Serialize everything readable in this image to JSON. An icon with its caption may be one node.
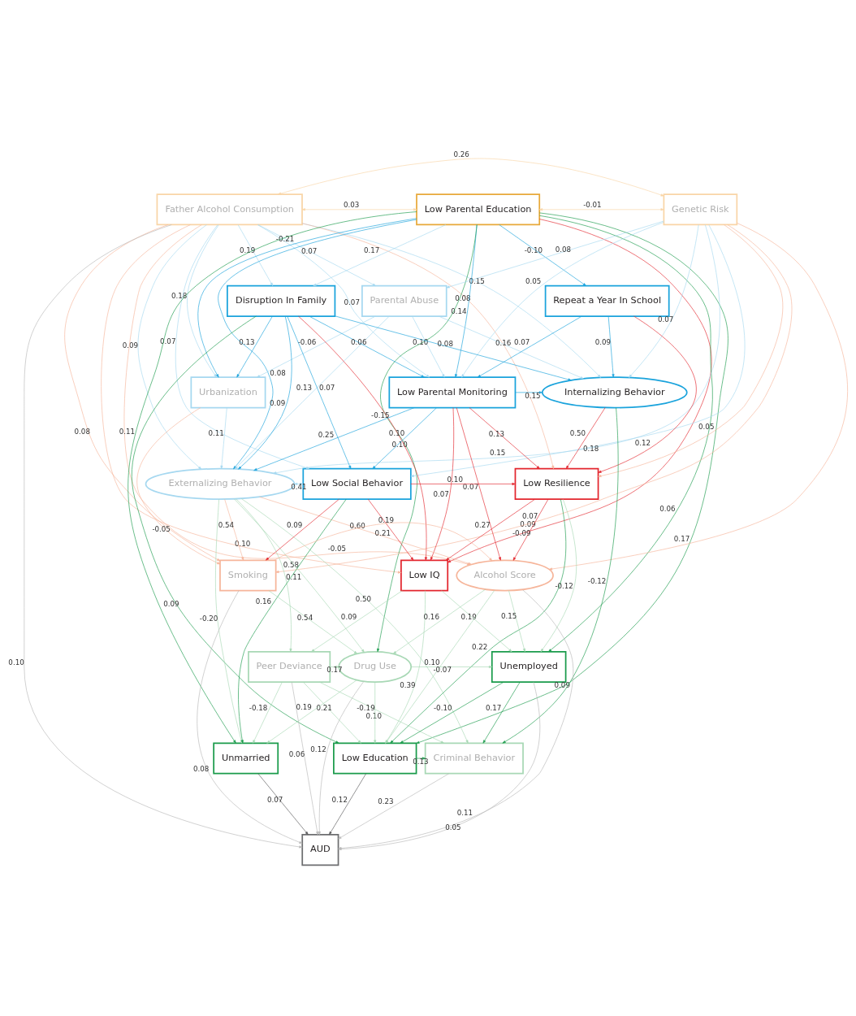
{
  "diagram": {
    "nodes": [
      {
        "text": [
          "Father Alcohol Consumption"
        ]
      },
      {
        "text": [
          "Low Parental Education"
        ]
      },
      {
        "text": [
          "Genetic Risk"
        ]
      },
      {
        "text": [
          "Parental Abuse"
        ]
      },
      {
        "text": [
          "Disruption In Family"
        ]
      },
      {
        "text": [
          "Repeat a Year In School"
        ]
      },
      {
        "text": [
          "Low Parental Monitoring"
        ]
      },
      {
        "text": [
          "Urbanization"
        ]
      },
      {
        "text": [
          "Internalizing Behavior"
        ]
      },
      {
        "text": [
          "Externalizing Behavior"
        ]
      },
      {
        "text": [
          "Low Social Behavior"
        ]
      },
      {
        "text": [
          "Low Resilience"
        ]
      },
      {
        "text": [
          "Low IQ"
        ]
      },
      {
        "text": [
          "Smoking"
        ]
      },
      {
        "text": [
          "Alcohol Score"
        ]
      },
      {
        "text": [
          "Peer Deviance"
        ]
      },
      {
        "text": [
          "Drug Use"
        ]
      },
      {
        "text": [
          "Unemployed"
        ]
      },
      {
        "text": [
          "Unmarried"
        ]
      },
      {
        "text": [
          "Low Education"
        ]
      },
      {
        "text": [
          "Criminal Behavior"
        ]
      },
      {
        "text": [
          "AUD"
        ]
      }
    ],
    "edges": [
      {
        "from": 0,
        "to": 2,
        "arrow": "both",
        "label": "0.26",
        "color": "#f9d5a7"
      },
      {
        "from": 0,
        "to": 1,
        "arrow": "both",
        "label": "0.03",
        "color": "#f9d5a7"
      },
      {
        "from": 1,
        "to": 2,
        "arrow": "both",
        "label": "-0.01",
        "color": "#f9d5a7"
      },
      {
        "from": 0,
        "to": 3,
        "arrow": "to",
        "label": "0.07",
        "color": "#a6d8f0"
      },
      {
        "from": 2,
        "to": 3,
        "arrow": "to",
        "label": "0.08",
        "color": "#a6d8f0"
      },
      {
        "from": 0,
        "to": 4,
        "arrow": "to",
        "label": "0.19",
        "color": "#a6d8f0"
      },
      {
        "from": 1,
        "to": 4,
        "arrow": "to",
        "label": "0.17",
        "color": "#a6d8f0"
      },
      {
        "from": 1,
        "to": 5,
        "arrow": "to",
        "label": "-0.10",
        "color": "#1aa3dc"
      },
      {
        "from": 3,
        "to": 6,
        "arrow": "to",
        "label": "0.10",
        "color": "#a6d8f0"
      },
      {
        "from": 4,
        "to": 6,
        "arrow": "to",
        "label": "0.06",
        "color": "#1aa3dc"
      },
      {
        "from": 5,
        "to": 6,
        "arrow": "to",
        "label": "0.07",
        "color": "#1aa3dc"
      },
      {
        "from": 2,
        "to": 6,
        "arrow": "to",
        "label": "0.05",
        "color": "#a6d8f0"
      },
      {
        "from": 0,
        "to": 6,
        "arrow": "to",
        "label": "0.07",
        "color": "#a6d8f0"
      },
      {
        "from": 1,
        "to": 6,
        "arrow": "to",
        "label": "0.14",
        "color": "#1aa3dc"
      },
      {
        "from": 0,
        "to": 7,
        "arrow": "to",
        "label": "0.18",
        "color": "#a6d8f0"
      },
      {
        "from": 3,
        "to": 7,
        "arrow": "to",
        "label": "-0.06",
        "color": "#a6d8f0"
      },
      {
        "from": 4,
        "to": 7,
        "arrow": "to",
        "label": "0.13",
        "color": "#1aa3dc"
      },
      {
        "from": 1,
        "to": 7,
        "arrow": "to",
        "label": "-0.21",
        "color": "#1aa3dc"
      },
      {
        "from": 3,
        "to": 8,
        "arrow": "to",
        "label": "0.16",
        "color": "#a6d8f0"
      },
      {
        "from": 4,
        "to": 8,
        "arrow": "to",
        "label": "0.08",
        "color": "#1aa3dc"
      },
      {
        "from": 5,
        "to": 8,
        "arrow": "to",
        "label": "0.09",
        "color": "#1aa3dc"
      },
      {
        "from": 0,
        "to": 8,
        "arrow": "to",
        "label": "0.15",
        "color": "#a6d8f0"
      },
      {
        "from": 2,
        "to": 8,
        "arrow": "to",
        "label": "0.07",
        "color": "#a6d8f0"
      },
      {
        "from": 6,
        "to": 8,
        "arrow": "to",
        "label": "0.15",
        "color": "#1aa3dc"
      },
      {
        "from": 3,
        "to": 9,
        "arrow": "to",
        "label": "0.13",
        "color": "#a6d8f0"
      },
      {
        "from": 6,
        "to": 9,
        "arrow": "to",
        "label": "0.25",
        "color": "#1aa3dc"
      },
      {
        "from": 7,
        "to": 9,
        "arrow": "to",
        "label": "0.11",
        "color": "#a6d8f0"
      },
      {
        "from": 4,
        "to": 9,
        "arrow": "to",
        "label": "0.09",
        "color": "#1aa3dc"
      },
      {
        "from": 1,
        "to": 9,
        "arrow": "to",
        "label": "0.08",
        "color": "#1aa3dc"
      },
      {
        "from": 0,
        "to": 9,
        "arrow": "to",
        "label": "0.09",
        "color": "#a6d8f0"
      },
      {
        "from": 2,
        "to": 9,
        "arrow": "to",
        "label": "0.15",
        "color": "#a6d8f0"
      },
      {
        "from": 9,
        "to": 10,
        "arrow": "both",
        "label": "0.41",
        "color": "#a6d8f0"
      },
      {
        "from": 0,
        "to": 10,
        "arrow": "to",
        "label": "0.07",
        "color": "#a6d8f0"
      },
      {
        "from": 6,
        "to": 10,
        "arrow": "to",
        "label": "0.10",
        "color": "#1aa3dc"
      },
      {
        "from": 4,
        "to": 10,
        "arrow": "to",
        "label": "0.07",
        "color": "#1aa3dc"
      },
      {
        "from": 2,
        "to": 10,
        "arrow": "to",
        "label": "0.18",
        "color": "#a6d8f0"
      },
      {
        "from": 6,
        "to": 11,
        "arrow": "to",
        "label": "0.13",
        "color": "#e3262e"
      },
      {
        "from": 8,
        "to": 11,
        "arrow": "to",
        "label": "0.50",
        "color": "#e3262e"
      },
      {
        "from": 5,
        "to": 11,
        "arrow": "to",
        "label": "0.12",
        "color": "#e3262e"
      },
      {
        "from": 2,
        "to": 11,
        "arrow": "to",
        "label": "0.05",
        "color": "#f6b59a"
      },
      {
        "from": 0,
        "to": 11,
        "arrow": "to",
        "label": "0.08",
        "color": "#f6b59a"
      },
      {
        "from": 10,
        "to": 11,
        "arrow": "to",
        "label": "0.10",
        "color": "#e3262e"
      },
      {
        "from": 6,
        "to": 12,
        "arrow": "to",
        "label": "0.07",
        "color": "#e3262e"
      },
      {
        "from": 1,
        "to": 12,
        "arrow": "to",
        "label": "0.09",
        "color": "#e3262e"
      },
      {
        "from": 4,
        "to": 12,
        "arrow": "to",
        "label": "-0.15",
        "color": "#e3262e"
      },
      {
        "from": 0,
        "to": 12,
        "arrow": "to",
        "label": "0.10",
        "color": "#f6b59a"
      },
      {
        "from": 11,
        "to": 12,
        "arrow": "to",
        "label": "0.27",
        "color": "#e3262e"
      },
      {
        "from": 10,
        "to": 12,
        "arrow": "to",
        "label": "0.21",
        "color": "#e3262e"
      },
      {
        "from": 0,
        "to": 13,
        "arrow": "to",
        "label": "0.08",
        "color": "#f6b59a"
      },
      {
        "from": 2,
        "to": 13,
        "arrow": "to",
        "label": "0.07",
        "color": "#f6b59a"
      },
      {
        "from": 7,
        "to": 13,
        "arrow": "to",
        "label": "-0.05",
        "color": "#f6b59a"
      },
      {
        "from": 9,
        "to": 13,
        "arrow": "to",
        "label": "0.54",
        "color": "#f6b59a"
      },
      {
        "from": 10,
        "to": 13,
        "arrow": "to",
        "label": "0.09",
        "color": "#e3262e"
      },
      {
        "from": 6,
        "to": 14,
        "arrow": "to",
        "label": "0.07",
        "color": "#e3262e"
      },
      {
        "from": 9,
        "to": 14,
        "arrow": "to",
        "label": "0.60",
        "color": "#f6b59a"
      },
      {
        "from": 11,
        "to": 14,
        "arrow": "to",
        "label": "-0.09",
        "color": "#e3262e"
      },
      {
        "from": 2,
        "to": 14,
        "arrow": "to",
        "label": "0.17",
        "color": "#f6b59a"
      },
      {
        "from": 0,
        "to": 14,
        "arrow": "to",
        "label": "-0.05",
        "color": "#f6b59a"
      },
      {
        "from": 13,
        "to": 14,
        "arrow": "to",
        "label": "0.19",
        "color": "#f6b59a"
      },
      {
        "from": 9,
        "to": 15,
        "arrow": "to",
        "label": "0.58",
        "color": "#a8d8b5"
      },
      {
        "from": 12,
        "to": 15,
        "arrow": "to",
        "label": "0.09",
        "color": "#a8d8b5"
      },
      {
        "from": 13,
        "to": 16,
        "arrow": "to",
        "label": "0.54",
        "color": "#a8d8b5"
      },
      {
        "from": 9,
        "to": 16,
        "arrow": "to",
        "label": "0.11",
        "color": "#a8d8b5"
      },
      {
        "from": 14,
        "to": 16,
        "arrow": "to",
        "label": "0.16",
        "color": "#a8d8b5"
      },
      {
        "from": 1,
        "to": 16,
        "arrow": "to",
        "label": "0.10",
        "color": "#1a9b4b"
      },
      {
        "from": 15,
        "to": 16,
        "arrow": "to",
        "label": "0.17",
        "color": "#a8d8b5"
      },
      {
        "from": 12,
        "to": 17,
        "arrow": "to",
        "label": "0.19",
        "color": "#a8d8b5"
      },
      {
        "from": 1,
        "to": 17,
        "arrow": "to",
        "label": "0.06",
        "color": "#1a9b4b"
      },
      {
        "from": 11,
        "to": 17,
        "arrow": "to",
        "label": "-0.12",
        "color": "#a8d8b5"
      },
      {
        "from": 16,
        "to": 17,
        "arrow": "to",
        "label": "-0.07",
        "color": "#a8d8b5"
      },
      {
        "from": 14,
        "to": 17,
        "arrow": "to",
        "label": "0.15",
        "color": "#a8d8b5"
      },
      {
        "from": 9,
        "to": 18,
        "arrow": "to",
        "label": "-0.20",
        "color": "#a8d8b5"
      },
      {
        "from": 1,
        "to": 18,
        "arrow": "to",
        "label": "0.11",
        "color": "#1a9b4b"
      },
      {
        "from": 15,
        "to": 18,
        "arrow": "to",
        "label": "-0.18",
        "color": "#a8d8b5"
      },
      {
        "from": 16,
        "to": 18,
        "arrow": "to",
        "label": "0.19",
        "color": "#a8d8b5"
      },
      {
        "from": 10,
        "to": 18,
        "arrow": "to",
        "label": "0.16",
        "color": "#1a9b4b"
      },
      {
        "from": 12,
        "to": 19,
        "arrow": "to",
        "label": "0.39",
        "color": "#a8d8b5"
      },
      {
        "from": 1,
        "to": 19,
        "arrow": "to",
        "label": "0.09",
        "color": "#1a9b4b"
      },
      {
        "from": 15,
        "to": 19,
        "arrow": "to",
        "label": "0.21",
        "color": "#a8d8b5"
      },
      {
        "from": 16,
        "to": 19,
        "arrow": "to",
        "label": "-0.19",
        "color": "#a8d8b5"
      },
      {
        "from": 11,
        "to": 19,
        "arrow": "to",
        "label": "0.22",
        "color": "#1a9b4b"
      },
      {
        "from": 17,
        "to": 19,
        "arrow": "to",
        "label": "-0.10",
        "color": "#1a9b4b"
      },
      {
        "from": 4,
        "to": 19,
        "arrow": "to",
        "label": "0.09",
        "color": "#1a9b4b"
      },
      {
        "from": 14,
        "to": 19,
        "arrow": "to",
        "label": "0.10",
        "color": "#a8d8b5"
      },
      {
        "from": 15,
        "to": 20,
        "arrow": "to",
        "label": "0.10",
        "color": "#a8d8b5"
      },
      {
        "from": 9,
        "to": 20,
        "arrow": "to",
        "label": "0.50",
        "color": "#a8d8b5"
      },
      {
        "from": 17,
        "to": 20,
        "arrow": "to",
        "label": "0.17",
        "color": "#1a9b4b"
      },
      {
        "from": 8,
        "to": 20,
        "arrow": "to",
        "label": "-0.12",
        "color": "#1a9b4b"
      },
      {
        "from": 19,
        "to": 20,
        "arrow": "to",
        "label": "0.13",
        "color": "#1a9b4b"
      },
      {
        "from": 0,
        "to": 21,
        "arrow": "to",
        "label": "0.10",
        "color": "#b8b8b8"
      },
      {
        "from": 16,
        "to": 21,
        "arrow": "to",
        "label": "0.12",
        "color": "#b8b8b8"
      },
      {
        "from": 19,
        "to": 21,
        "arrow": "to",
        "label": "0.12",
        "color": "#58585a"
      },
      {
        "from": 14,
        "to": 21,
        "arrow": "to",
        "label": "0.11",
        "color": "#b8b8b8"
      },
      {
        "from": 13,
        "to": 21,
        "arrow": "to",
        "label": "0.08",
        "color": "#b8b8b8"
      },
      {
        "from": 15,
        "to": 21,
        "arrow": "to",
        "label": "0.06",
        "color": "#b8b8b8"
      },
      {
        "from": 17,
        "to": 21,
        "arrow": "to",
        "label": "0.05",
        "color": "#b8b8b8"
      },
      {
        "from": 18,
        "to": 21,
        "arrow": "to",
        "label": "0.07",
        "color": "#58585a"
      },
      {
        "from": 20,
        "to": 21,
        "arrow": "to",
        "label": "0.23",
        "color": "#b8b8b8"
      }
    ]
  }
}
